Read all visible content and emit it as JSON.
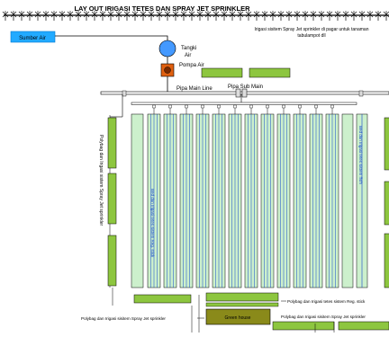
{
  "title": "LAY OUT IRIGASI TETES DAN SPRAY JET SPRINKLER",
  "labels": {
    "water_source": "Sumber Air",
    "tank_line1": "Tangki",
    "tank_line2": "Air",
    "pump": "Pompa Air",
    "main_line": "Pipa Main Line",
    "sub_main": "Pipa Sub Main",
    "note_top_line1": "Irigasi  sisitem Spray Jet sprinkler di pagar untuk tanaman",
    "note_top_line2": "tabulampot dll",
    "polybag_left_vertical": "Polybag dan Irigasi sistem Spray Jet sprinkler",
    "bed_left_vertical": "Bed dan Irigasi tetes sistem Reg. stick",
    "bed_right_vertical": "Bed dan Irigasi tetes sistem ffsfh",
    "polybag_reg_stick": "Polybag dan Irigasi tetes sistem Reg. stick",
    "greenhouse": "Green house",
    "polybag_bottom_left": "Polybag dan Irigasi  sisitem Spray Jet sprinkler",
    "polybag_bottom_right": "Polybag dan Irigasi  sisitem Spray Jet sprinkler"
  },
  "colors": {
    "water_source": "#22aaff",
    "tank": "#4499ff",
    "pump": "#e06010",
    "olive_fill": "#8dc63f",
    "bed_fill": "#ccf0cc",
    "greenhouse": "#8a8a1a",
    "pipe_blue": "#1144cc"
  }
}
